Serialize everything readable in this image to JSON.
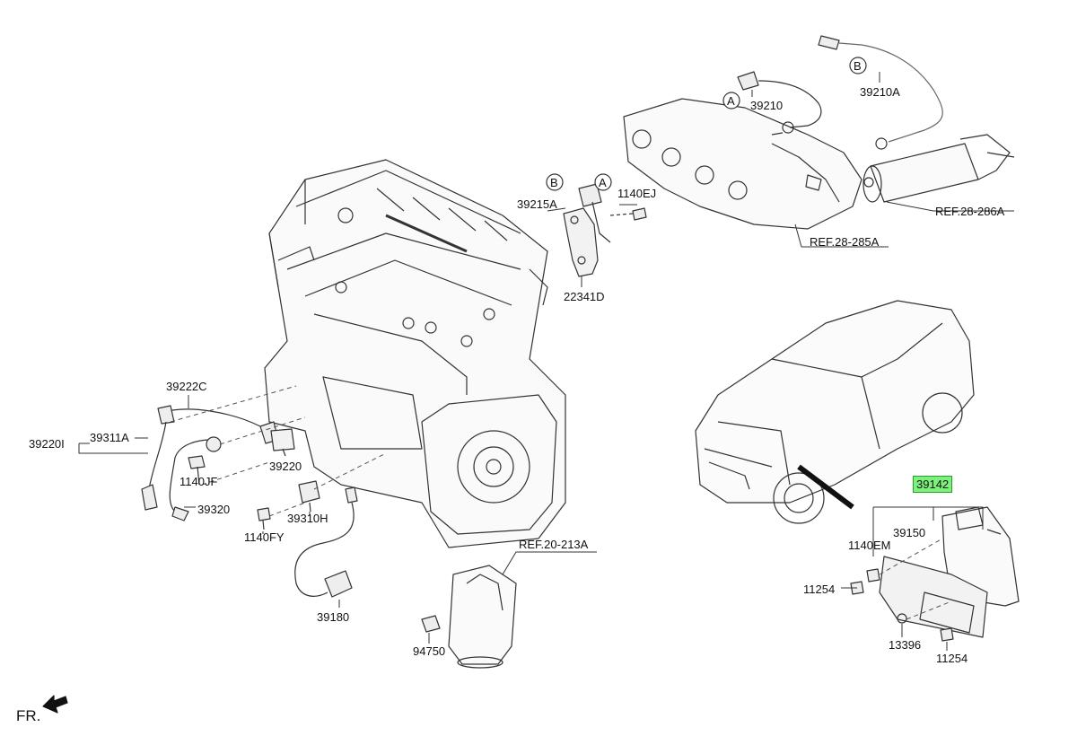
{
  "diagram": {
    "callouts": {
      "p39210": "39210",
      "p39210A": "39210A",
      "p39215A": "39215A",
      "p1140EJ": "1140EJ",
      "p22341D": "22341D",
      "ref_28_285A": "REF.28-285A",
      "ref_28_286A": "REF.28-286A",
      "p39222C": "39222C",
      "p39220I": "39220I",
      "p39311A": "39311A",
      "p1140JF": "1140JF",
      "p39220": "39220",
      "p39320": "39320",
      "p39310H": "39310H",
      "p1140FY": "1140FY",
      "p39180": "39180",
      "ref_20_213A": "REF.20-213A",
      "p94750": "94750",
      "p39142": "39142",
      "p1140EM": "1140EM",
      "p39150": "39150",
      "p11254_a": "11254",
      "p13396": "13396",
      "p11254_b": "11254"
    },
    "connectors": {
      "A_top": "A",
      "B_top": "B",
      "B_bracket": "B",
      "A_bracket": "A"
    },
    "front_indicator": "FR.",
    "highlight_color": "#7cf27c"
  }
}
